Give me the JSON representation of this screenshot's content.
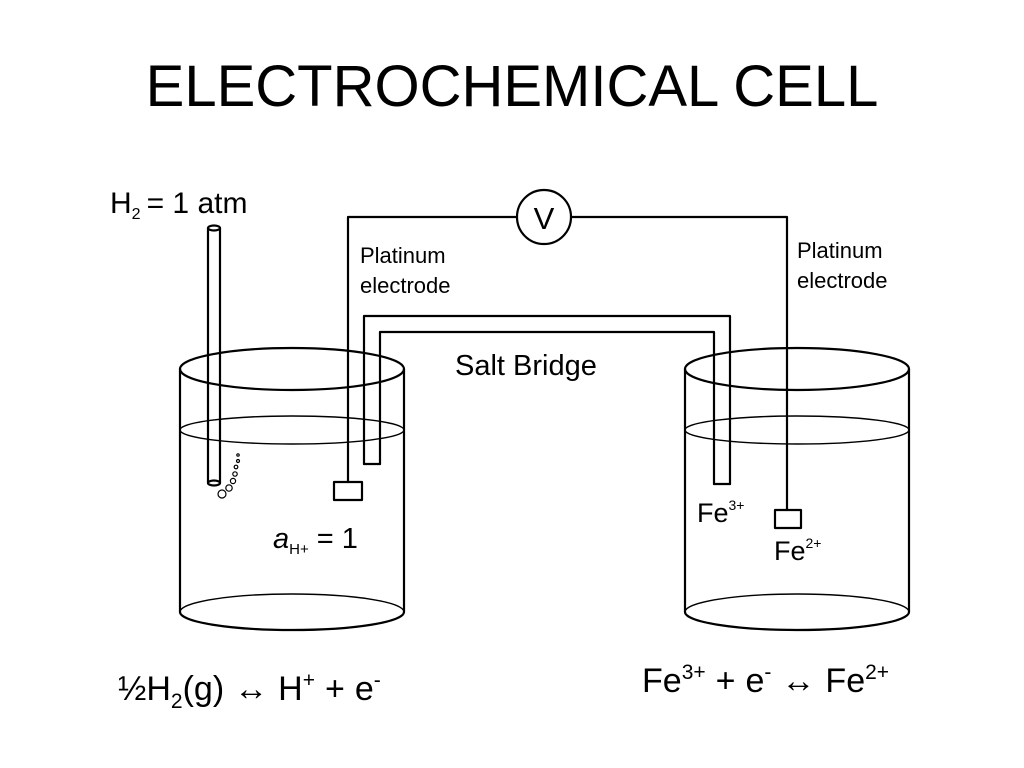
{
  "title": "ELECTROCHEMICAL CELL",
  "labels": {
    "h2_label": "H",
    "h2_sub": "2",
    "h2_rest": "= 1 atm",
    "voltmeter": "V",
    "left_electrode_line1": "Platinum",
    "left_electrode_line2": "electrode",
    "right_electrode_line1": "Platinum",
    "right_electrode_line2": "electrode",
    "salt_bridge": "Salt Bridge",
    "activity_a": "a",
    "activity_sub": "H+",
    "activity_rest": "= 1",
    "fe3_base": "Fe",
    "fe3_sup": "3+",
    "fe2_base": "Fe",
    "fe2_sup": "2+"
  },
  "equations": {
    "left": {
      "half": "½H",
      "sub": "2",
      "g": "(g)",
      "arrow": "↔",
      "h": "H",
      "h_sup": "+",
      "plus": "+",
      "e": "e",
      "e_sup": "-"
    },
    "right": {
      "fe": "Fe",
      "fe_sup": "3+",
      "plus": "+",
      "e": "e",
      "e_sup": "-",
      "arrow": "↔",
      "fe2": "Fe",
      "fe2_sup": "2+"
    }
  }
}
